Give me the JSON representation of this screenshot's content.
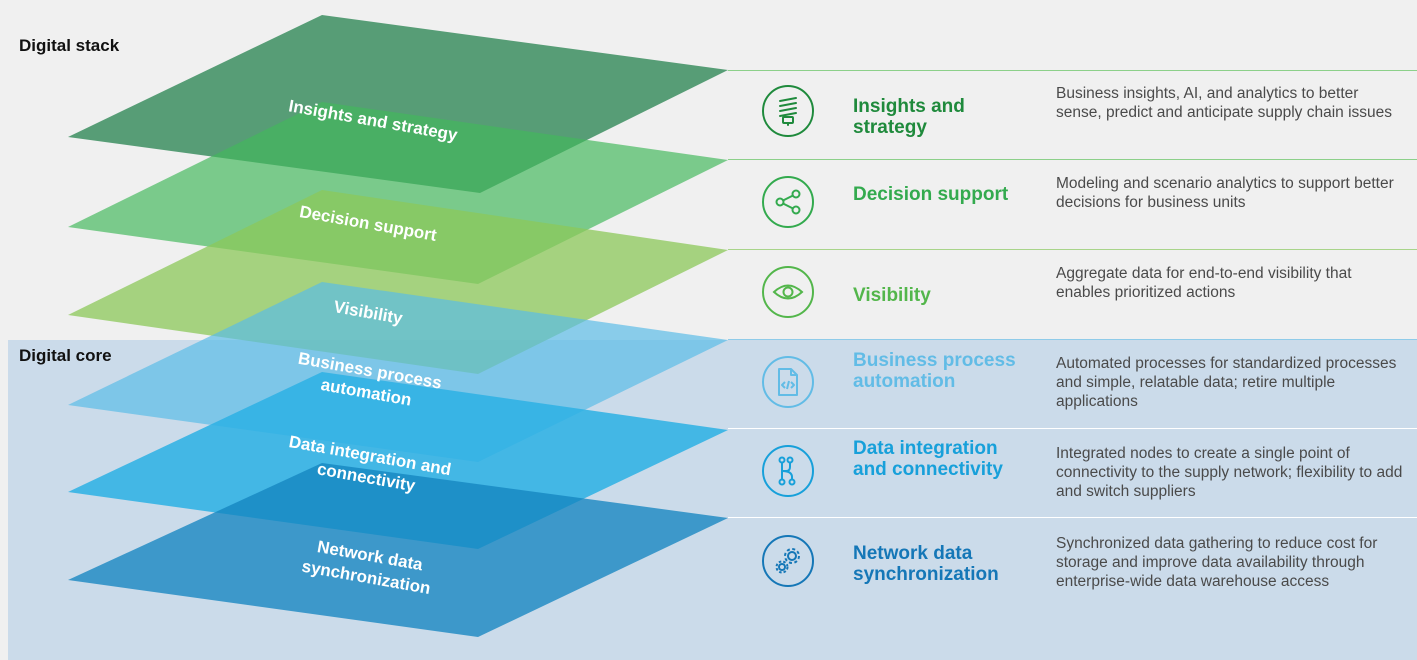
{
  "sections": {
    "stack_label": "Digital stack",
    "core_label": "Digital core"
  },
  "layers": [
    {
      "label": "Insights and strategy",
      "color": "#2b8553"
    },
    {
      "label": "Decision support",
      "color": "#43b85c"
    },
    {
      "label": "Visibility",
      "color": "#8cc85a"
    },
    {
      "label": "Business process automation",
      "color": "#58bbe8"
    },
    {
      "label": "Data integration and connectivity",
      "color": "#2bb0e4"
    },
    {
      "label": "Network data synchronization",
      "color": "#1485c0"
    }
  ],
  "rows": [
    {
      "icon": "lightbulb-icon",
      "title": "Insights and strategy",
      "description": "Business insights, AI, and analytics to better sense, predict and anticipate supply chain issues",
      "color": "#1f8a3c"
    },
    {
      "icon": "share-icon",
      "title": "Decision support",
      "description": "Modeling and scenario analytics to support better decisions for business units",
      "color": "#33aa4e"
    },
    {
      "icon": "eye-icon",
      "title": "Visibility",
      "description": "Aggregate data for end-to-end visibility that enables prioritized actions",
      "color": "#53b64b"
    },
    {
      "icon": "code-file-icon",
      "title": "Business process automation",
      "description": "Automated processes for standardized processes and simple, relatable data; retire multiple applications",
      "color": "#62bce6"
    },
    {
      "icon": "branch-icon",
      "title": "Data integration and connectivity",
      "description": "Integrated nodes to create a single point of connectivity to the supply network; flexibility to add and switch suppliers",
      "color": "#17a0da"
    },
    {
      "icon": "gears-icon",
      "title": "Network data synchronization",
      "description": "Synchronized data gathering to reduce cost for storage and improve data availability through enterprise-wide data warehouse access",
      "color": "#1577b7"
    }
  ]
}
